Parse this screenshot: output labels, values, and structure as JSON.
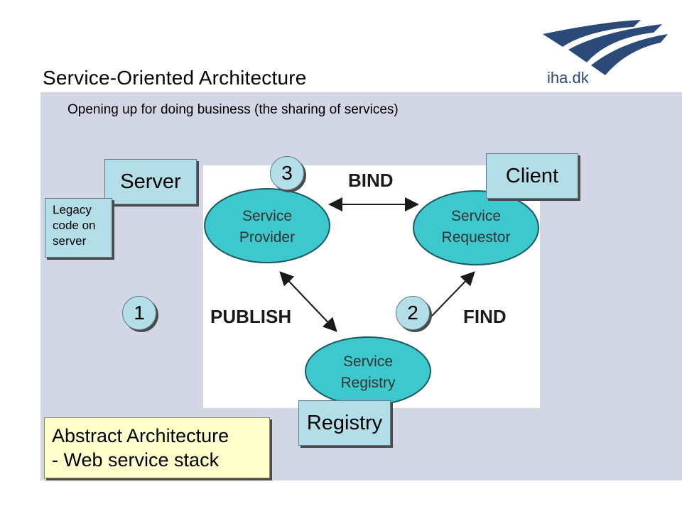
{
  "slide": {
    "title": "Service-Oriented Architecture",
    "subtitle": "Opening up for doing business (the sharing of services)",
    "logo_text": "iha.dk",
    "logo_color": "#2b4a78"
  },
  "callouts": {
    "server": "Server",
    "client": "Client",
    "registry": "Registry",
    "legacy_lines": [
      "Legacy",
      "code on",
      "server"
    ],
    "abstract_lines": [
      "Abstract Architecture",
      "- Web service stack"
    ]
  },
  "steps": {
    "one": "1",
    "two": "2",
    "three": "3"
  },
  "diagram": {
    "provider_lines": [
      "Service",
      "Provider"
    ],
    "requestor_lines": [
      "Service",
      "Requestor"
    ],
    "registry_lines": [
      "Service",
      "Registry"
    ],
    "bind": "BIND",
    "publish": "PUBLISH",
    "find": "FIND",
    "ellipse_color": "#3cc8cc"
  }
}
